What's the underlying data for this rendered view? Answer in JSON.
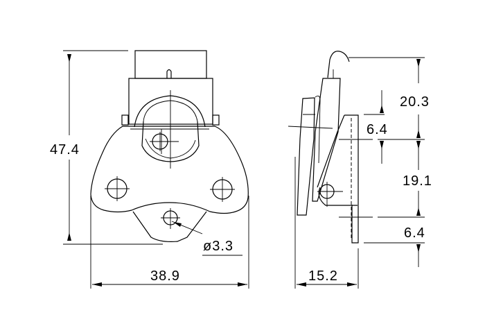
{
  "drawing": {
    "front_view": {
      "height_label": "47.4",
      "width_label": "38.9",
      "hole_label": "ø3.3"
    },
    "side_view": {
      "top_label": "20.3",
      "upper_offset_label": "6.4",
      "mid_label": "19.1",
      "lower_offset_label": "6.4",
      "depth_label": "15.2"
    }
  },
  "colors": {
    "line": "#000000",
    "background": "#ffffff"
  }
}
